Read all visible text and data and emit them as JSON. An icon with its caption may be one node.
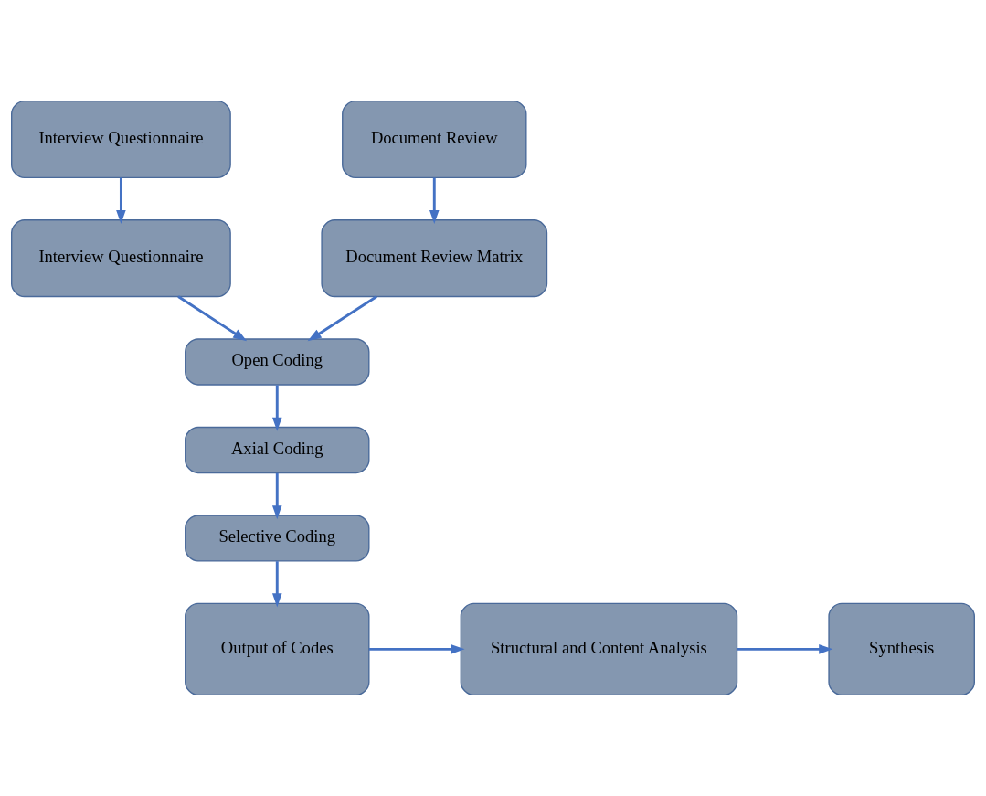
{
  "diagram": {
    "nodes": [
      {
        "text": [
          "Interview Questionnaire"
        ]
      },
      {
        "text": [
          "Document Review"
        ]
      },
      {
        "text": [
          "Interview Questionnaire"
        ]
      },
      {
        "text": [
          "Document Review Matrix"
        ]
      },
      {
        "text": [
          "Open Coding"
        ]
      },
      {
        "text": [
          "Axial Coding"
        ]
      },
      {
        "text": [
          "Selective Coding"
        ]
      },
      {
        "text": [
          "Output of Codes"
        ]
      },
      {
        "text": [
          "Structural and Content Analysis"
        ]
      },
      {
        "text": [
          "Synthesis"
        ]
      }
    ],
    "edges": [
      {
        "from": 0,
        "to": 2,
        "arrow": "to"
      },
      {
        "from": 1,
        "to": 3,
        "arrow": "to"
      },
      {
        "from": 2,
        "to": 4,
        "arrow": "to"
      },
      {
        "from": 3,
        "to": 4,
        "arrow": "to"
      },
      {
        "from": 4,
        "to": 5,
        "arrow": "to"
      },
      {
        "from": 5,
        "to": 6,
        "arrow": "to"
      },
      {
        "from": 6,
        "to": 7,
        "arrow": "to"
      },
      {
        "from": 7,
        "to": 8,
        "arrow": "to"
      },
      {
        "from": 8,
        "to": 9,
        "arrow": "to"
      }
    ]
  }
}
